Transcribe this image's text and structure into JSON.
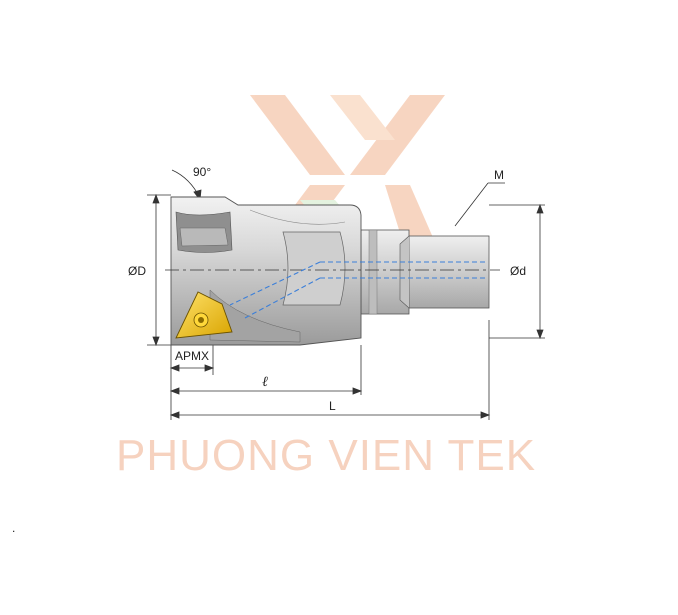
{
  "labels": {
    "angle": "90°",
    "thread": "M",
    "body_diameter": "ØD",
    "shank_diameter": "Ød",
    "apmx": "APMX",
    "l_small": "ℓ",
    "l_total": "L",
    "dot": "."
  },
  "watermark": {
    "text": "PHUONG VIEN TEK",
    "color": "#f6d2bf"
  },
  "colors": {
    "line": "#333333",
    "coolant": "#3b7fd9",
    "insert": "#f0c419",
    "body_light": "#dcdcdc",
    "body_dark": "#9a9a9a"
  }
}
